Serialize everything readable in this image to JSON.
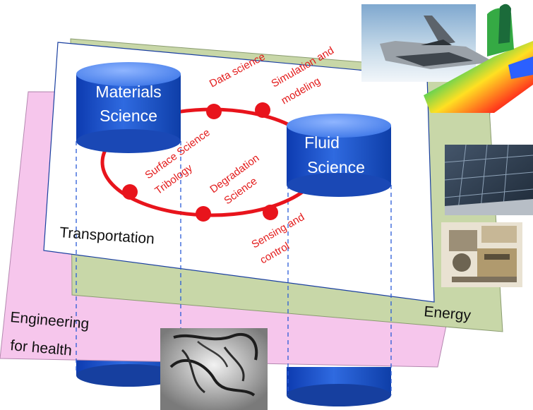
{
  "planes": {
    "health": {
      "label_line1": "Engineering",
      "label_line2": "for health",
      "color": "#f6c6ec"
    },
    "energy": {
      "label": "Energy",
      "color": "#c8d7a8"
    },
    "transportation": {
      "label": "Transportation",
      "color": "#ffffff"
    }
  },
  "sciences": {
    "materials": {
      "label_line1": "Materials",
      "label_line2": "Science"
    },
    "fluid": {
      "label_line1": "Fluid",
      "label_line2": "Science"
    }
  },
  "ring_labels": {
    "data_science": "Data science",
    "simulation_line1": "Simulation and",
    "simulation_line2": "modeling",
    "surface_line1": "Surface Science",
    "surface_line2": "Tribology",
    "degradation_line1": "Degradation",
    "degradation_line2": "Science",
    "sensing_line1": "Sensing and",
    "sensing_line2": "control"
  },
  "images": [
    "aircraft-photo",
    "simulation-render",
    "solar-panels-photo",
    "machinery-photo",
    "stent-photo"
  ],
  "colors": {
    "ring": "#e8141c",
    "ring_text": "#e31b1b",
    "cylinder_top": "#5b8fe6",
    "cylinder_body": "#1f55c8",
    "dashed_line": "#2a5bd7"
  }
}
